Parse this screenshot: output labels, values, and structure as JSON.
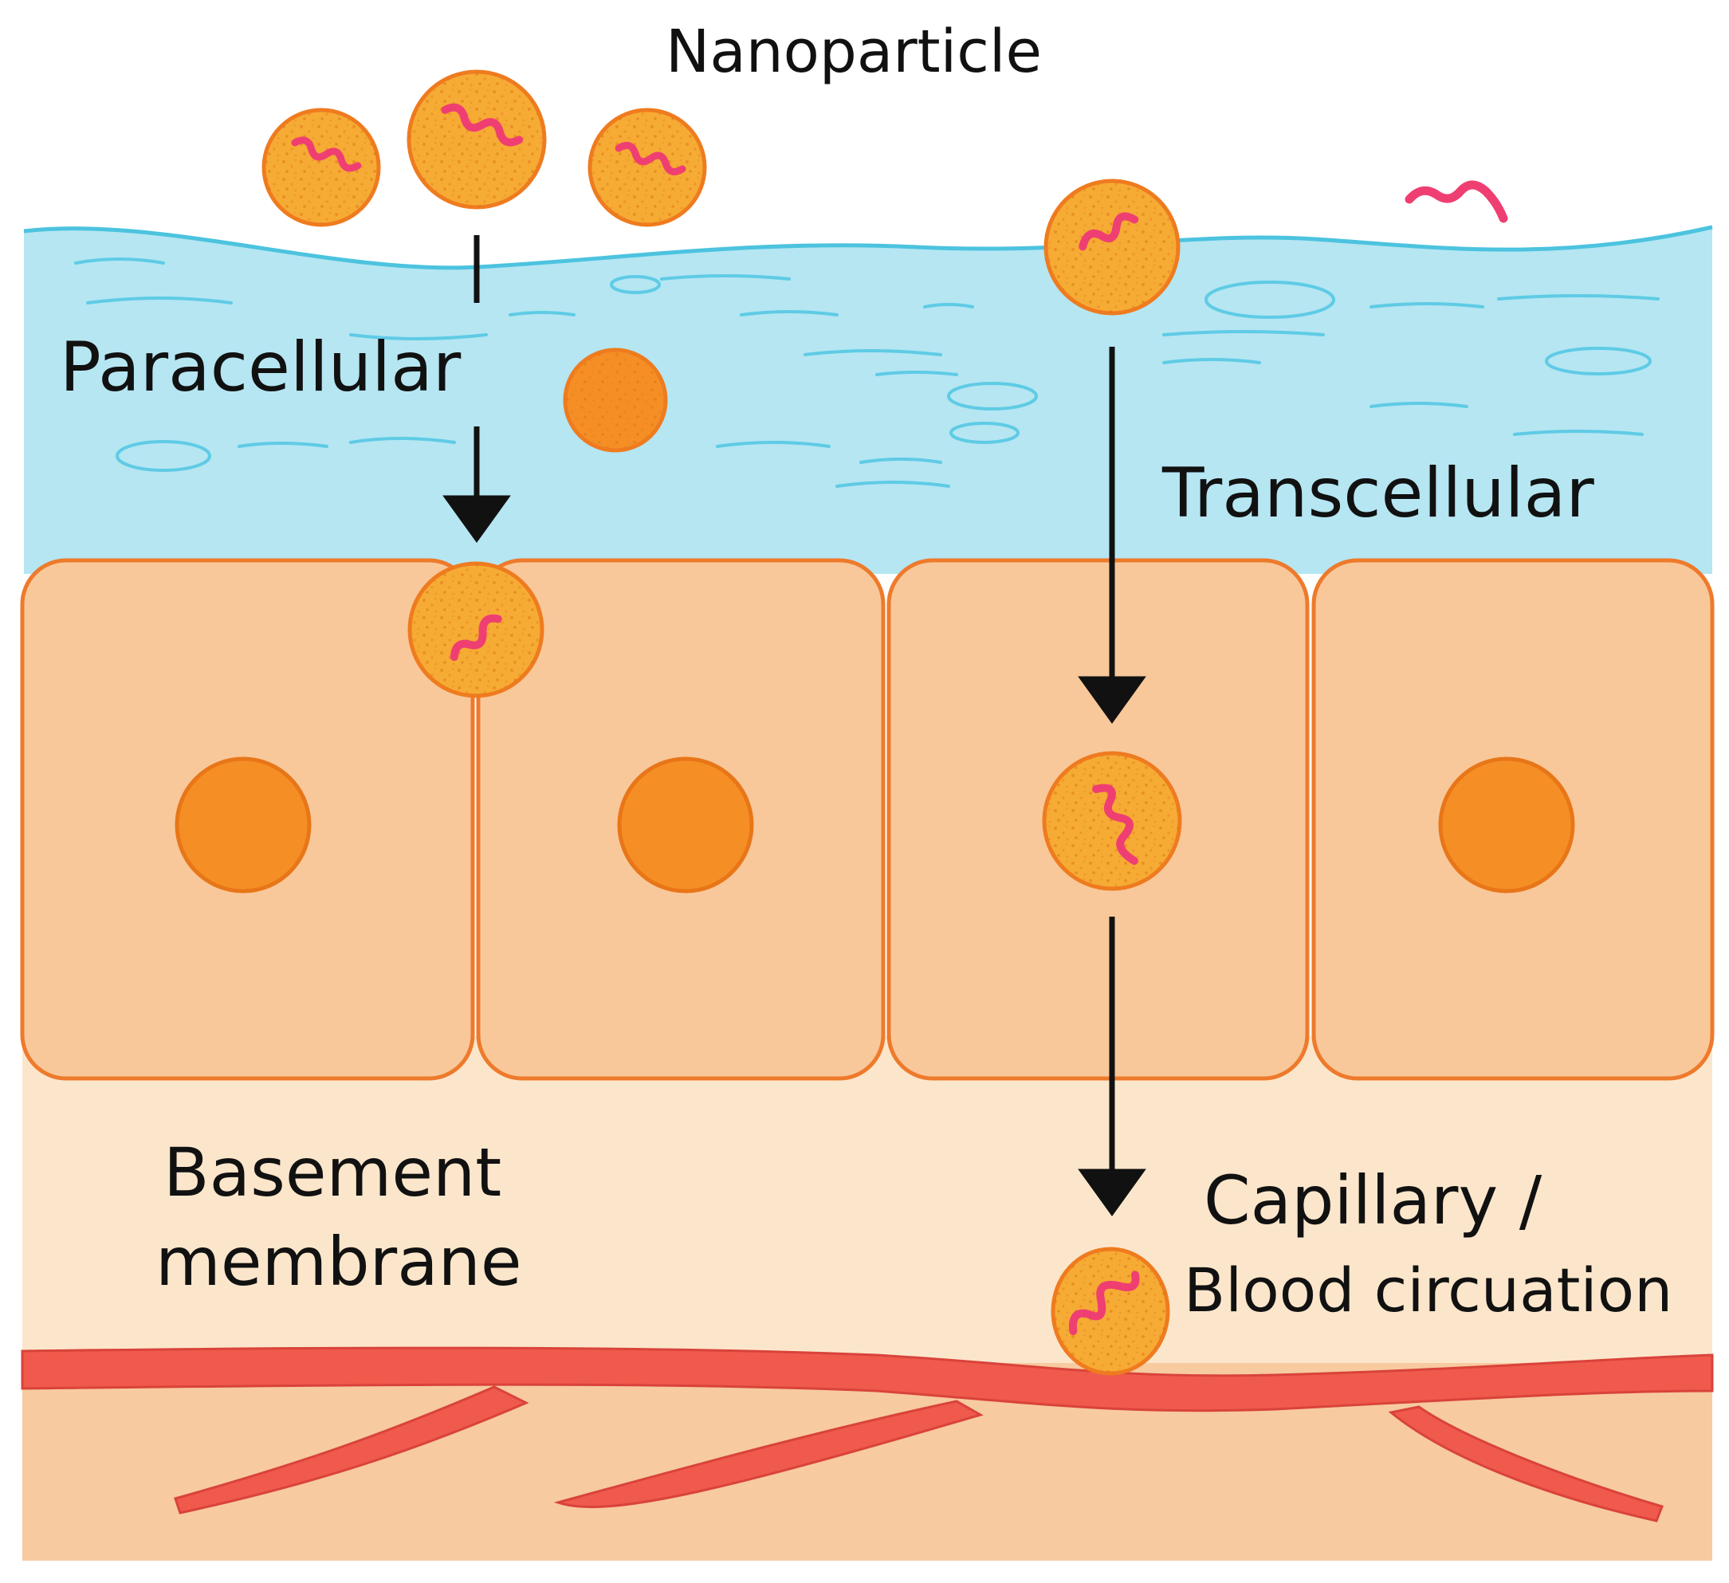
{
  "labels": {
    "nanoparticle": "Nanoparticle",
    "paracellular": "Paracellular",
    "transcellular": "Transcellular",
    "basement_line1": "Basement",
    "basement_line2": "membrane",
    "capillary_line1": "Capillary /",
    "capillary_line2": "Blood circuation"
  },
  "colors": {
    "water": "#b5e6f2",
    "water_stroke": "#4cc3df",
    "cell_fill": "#f8c89a",
    "cell_stroke": "#ee7a2c",
    "nucleus_fill": "#f58f25",
    "basement_fill": "#fce6cb",
    "tissue_fill": "#f7caa0",
    "capillary": "#ef5a4c",
    "particle_fill": "#f6ab34",
    "particle_stroke": "#ef7b1f",
    "payload": "#ef3f72"
  },
  "icons": [
    "nanoparticle-icon",
    "payload-strand-icon",
    "arrow-down-icon",
    "cell-nucleus-icon"
  ]
}
